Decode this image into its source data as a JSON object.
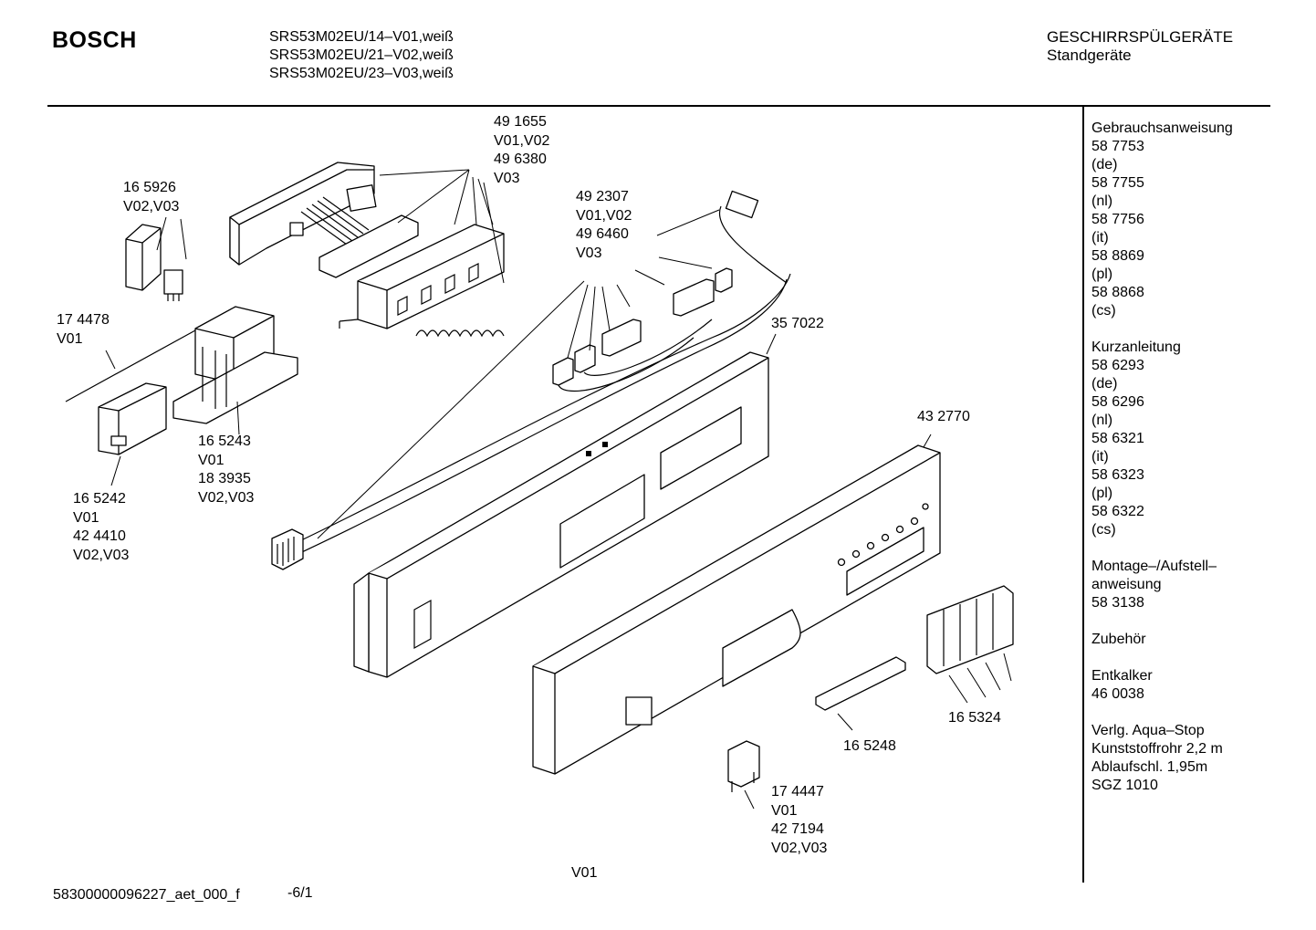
{
  "header": {
    "brand": "BOSCH",
    "models": [
      "SRS53M02EU/14–V01,weiß",
      "SRS53M02EU/21–V02,weiß",
      "SRS53M02EU/23–V03,weiß"
    ],
    "category": "GESCHIRRSPÜLGERÄTE",
    "subcategory": "Standgeräte"
  },
  "sidebar": [
    {
      "title": "Gebrauchsanweisung",
      "lines": [
        "58 7753",
        "(de)",
        "58 7755",
        "(nl)",
        "58 7756",
        "(it)",
        "58 8869",
        "(pl)",
        "58 8868",
        "(cs)"
      ]
    },
    {
      "title": "Kurzanleitung",
      "lines": [
        "58 6293",
        "(de)",
        "58 6296",
        "(nl)",
        "58 6321",
        "(it)",
        "58 6323",
        "(pl)",
        "58 6322",
        "(cs)"
      ]
    },
    {
      "title": "Montage–/Aufstell–",
      "lines": [
        "anweisung",
        "58 3138"
      ]
    },
    {
      "title": "Zubehör",
      "lines": []
    },
    {
      "title": "Entkalker",
      "lines": [
        "46 0038"
      ]
    },
    {
      "title": "Verlg. Aqua–Stop",
      "lines": [
        "Kunststoffrohr 2,2 m",
        "Ablaufschl. 1,95m",
        "SGZ 1010"
      ]
    }
  ],
  "parts": {
    "p491655": [
      "49 1655",
      "V01,V02",
      "49 6380",
      "V03"
    ],
    "p165926": [
      "16 5926",
      "V02,V03"
    ],
    "p492307": [
      "49 2307",
      "V01,V02",
      "49 6460",
      "V03"
    ],
    "p174478": [
      "17 4478",
      "V01"
    ],
    "p357022": [
      "35 7022"
    ],
    "p165243": [
      "16 5243",
      "V01",
      "18 3935",
      "V02,V03"
    ],
    "p165242": [
      "16 5242",
      "V01",
      "42 4410",
      "V02,V03"
    ],
    "p432770": [
      "43 2770"
    ],
    "p165324": [
      "16 5324"
    ],
    "p165248": [
      "16 5248"
    ],
    "p174447": [
      "17 4447",
      "V01",
      "42 7194",
      "V02,V03"
    ]
  },
  "footer": {
    "doc_id": "58300000096227_aet_000_f",
    "page": "-6/1",
    "variant": "V01"
  }
}
